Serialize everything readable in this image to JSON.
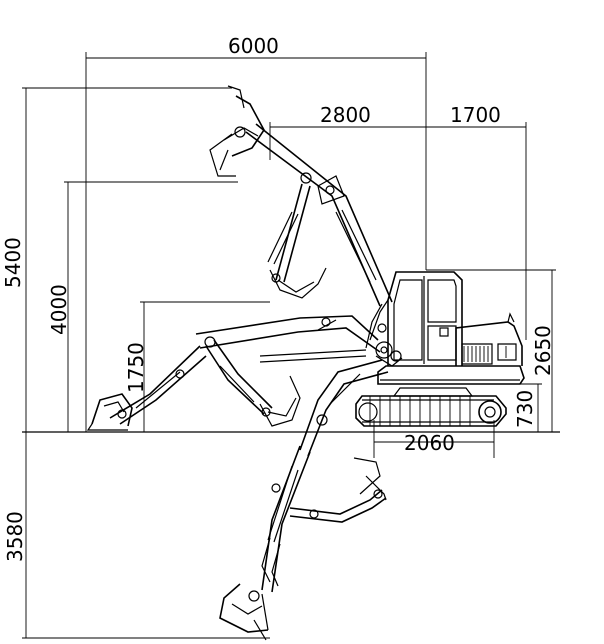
{
  "dimensions": {
    "max_reach": "6000",
    "boom_pivot_to_center": "2800",
    "tail_radius": "1700",
    "max_cutting_height": "5400",
    "max_dump_height": "4000",
    "vertical_dig_height": "1750",
    "overall_height": "2650",
    "ground_clearance": "730",
    "track_length": "2060",
    "max_dig_depth": "3580"
  }
}
